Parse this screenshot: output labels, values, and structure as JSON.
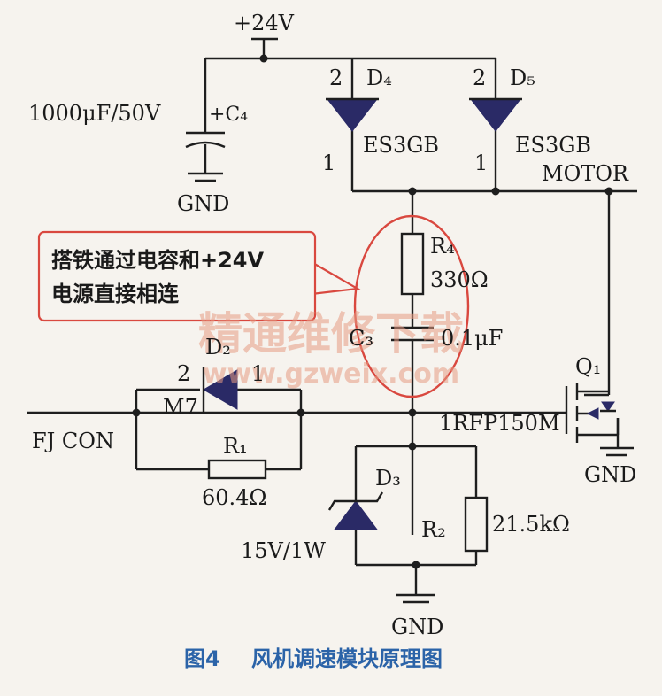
{
  "supply_label": "+24V",
  "ground_labels": [
    "GND",
    "GND",
    "GND"
  ],
  "motor_label": "MOTOR",
  "input_label": "FJ CON",
  "components": {
    "c4": {
      "ref": "+C₄",
      "value": "1000μF/50V"
    },
    "d4": {
      "ref": "D₄",
      "part": "ES3GB",
      "pin_top": "2",
      "pin_bottom": "1"
    },
    "d5": {
      "ref": "D₅",
      "part": "ES3GB",
      "pin_top": "2",
      "pin_bottom": "1"
    },
    "r4": {
      "ref": "R₄",
      "value": "330Ω"
    },
    "c3": {
      "ref": "C₃",
      "value": "0.1μF"
    },
    "d2": {
      "ref": "D₂",
      "part": "M7",
      "pin_left": "2",
      "pin_right": "1"
    },
    "r1": {
      "ref": "R₁",
      "value": "60.4Ω"
    },
    "d3": {
      "ref": "D₃",
      "value": "15V/1W"
    },
    "r2": {
      "ref": "R₂",
      "value": "21.5kΩ"
    },
    "q1": {
      "ref": "Q₁",
      "part": "1RFP150M"
    }
  },
  "callout": {
    "line1": "搭铁通过电容和+24V",
    "line2": "电源直接相连"
  },
  "watermark": {
    "line1": "精通维修下载",
    "line2": "www.gzweix.com"
  },
  "caption": {
    "number": "图4",
    "title": "风机调速模块原理图"
  },
  "colors": {
    "ink": "#1e1e1e",
    "diode_fill": "#2a2a66",
    "callout_border": "#d9483f",
    "highlight_ellipse": "#d9483f",
    "watermark": "#e59b84",
    "caption": "#2b63a8"
  }
}
